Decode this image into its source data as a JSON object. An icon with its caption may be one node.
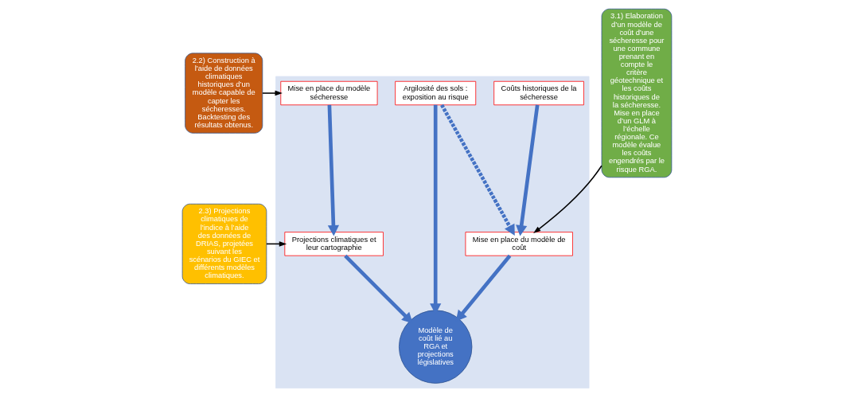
{
  "diagram": {
    "nodes": [
      {
        "text": [],
        "shape": "box"
      },
      {
        "text": [
          "2.2) Construction à l’aide de données climatiques historiques d’un modèle capable de capter les sécheresses. Backtesting des résultats obtenus."
        ]
      },
      {
        "text": [
          "Mise en place du modèle sécheresse"
        ],
        "in": 0
      },
      {
        "text": [
          "Coûts historiques de la sécheresse"
        ],
        "in": 0
      },
      {
        "text": [
          "Argilosité des sols : exposition au risque"
        ],
        "in": 0
      },
      {
        "text": [
          "3.1) Elaboration d’un modèle de coût d’une sécheresse pour une commune prenant en compte le critère géotechnique et les coûts historiques de la sécheresse. Mise en place d’un GLM à l’échelle régionale. Ce modèle évalue les coûts engendrés par le risque RGA."
        ]
      },
      {
        "text": [
          "Projections climatiques et leur cartographie"
        ],
        "in": 0
      },
      {
        "text": [
          "Mise en place du modèle de coût"
        ],
        "in": 0
      },
      {
        "text": [
          "2.3) Projections climatiques de l’indice à l’aide des données de DRIAS, projetées suivant les scénarios du GIEC et différents modèles climatiques."
        ]
      },
      {
        "text": [
          "Modèle de coût lié au RGA et projections législatives"
        ],
        "in": 0
      }
    ],
    "edges": [
      {
        "from": 1,
        "to": 2,
        "arrow": "to",
        "color": "#000000"
      },
      {
        "from": 2,
        "to": 6,
        "arrow": "to"
      },
      {
        "from": 3,
        "to": 7,
        "arrow": "to"
      },
      {
        "from": 4,
        "to": 7,
        "arrow": "to",
        "style": "dashed"
      },
      {
        "from": 4,
        "to": 9,
        "arrow": "to"
      },
      {
        "from": 5,
        "to": 7,
        "arrow": "to",
        "color": "#000000"
      },
      {
        "from": 8,
        "to": 6,
        "arrow": "to",
        "color": "#000000"
      },
      {
        "from": 6,
        "to": 9,
        "arrow": "to"
      },
      {
        "from": 7,
        "to": 9,
        "arrow": "to"
      }
    ]
  }
}
